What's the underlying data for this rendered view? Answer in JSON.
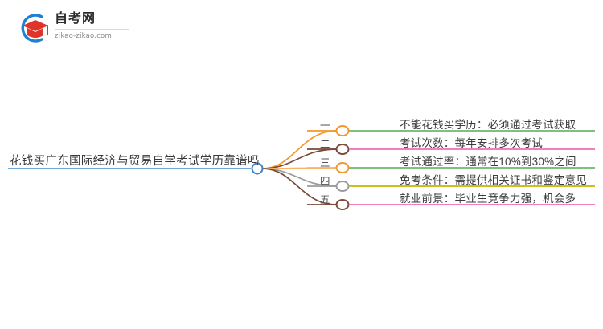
{
  "brand": {
    "logo_icon": "graduation-cap-logo-icon",
    "name": "自考网",
    "url": "zikao-zikao.com",
    "arc_color": "#1f7fd0",
    "cap_color": "#e0342b"
  },
  "mindmap": {
    "root": {
      "label": "花钱买广东国际经济与贸易自学考试学历靠谱吗",
      "node_color": "#3f84c6",
      "underline_color": "#5b9bd5"
    },
    "branches": [
      {
        "number": "一",
        "text": "不能花钱买学历：必须通过考试获取",
        "node_color": "#f5962a",
        "branch_color": "#f5962a",
        "line_color": "#7fbf7f"
      },
      {
        "number": "二",
        "text": "考试次数：每年安排多次考试",
        "node_color": "#7a4a3a",
        "branch_color": "#7a4a3a",
        "line_color": "#f07fc0"
      },
      {
        "number": "三",
        "text": "考试通过率：通常在10%到30%之间",
        "node_color": "#f5962a",
        "branch_color": "#f9b66a",
        "line_color": "#7fbf7f"
      },
      {
        "number": "四",
        "text": "免考条件：需提供相关证书和鉴定意见",
        "node_color": "#9b9b9b",
        "branch_color": "#9b9b9b",
        "line_color": "#c9c020"
      },
      {
        "number": "五",
        "text": "就业前景：毕业生竞争力强，机会多",
        "node_color": "#7a4a3a",
        "branch_color": "#7a4a3a",
        "line_color": "#f07fc0"
      }
    ]
  }
}
